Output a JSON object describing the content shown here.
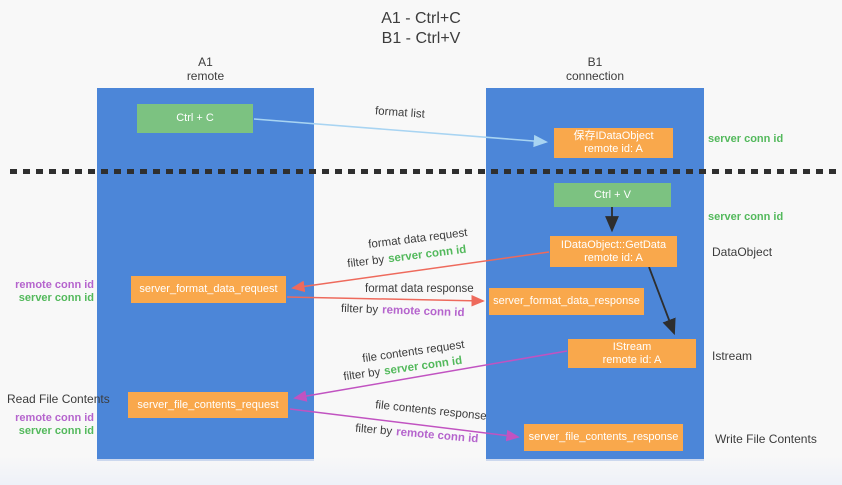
{
  "title": {
    "line1": "A1 - Ctrl+C",
    "line2": "B1 - Ctrl+V"
  },
  "columns": {
    "left": {
      "name": "A1",
      "subtitle": "remote"
    },
    "right": {
      "name": "B1",
      "subtitle": "connection"
    }
  },
  "nodes": {
    "ctrl_c": "Ctrl + C",
    "ctrl_v": "Ctrl + V",
    "save_idataobject": {
      "line1": "保存IDataObject",
      "line2": "remote id: A"
    },
    "getdata": {
      "line1": "IDataObject::GetData",
      "line2": "remote id: A"
    },
    "istream": {
      "line1": "IStream",
      "line2": "remote id: A"
    },
    "format_request": "server_format_data_request",
    "format_response": "server_format_data_response",
    "file_request": "server_file_contents_request",
    "file_response": "server_file_contents_response"
  },
  "side_labels": {
    "server_conn_id_top": "server conn id",
    "server_conn_id_mid": "server conn id",
    "dataobject": "DataObject",
    "istream": "Istream",
    "write_file_contents": "Write File Contents",
    "read_file_contents": "Read File Contents",
    "left_group1": {
      "remote": "remote conn id",
      "server": "server conn id"
    },
    "left_group2": {
      "remote": "remote conn id",
      "server": "server conn id"
    }
  },
  "arrow_labels": {
    "format_list": "format list",
    "format_data_request": "format data request",
    "format_data_response": "format data response",
    "file_contents_request": "file contents request",
    "file_contents_response": "file contents response",
    "filter_by": "filter by",
    "server_conn_id": "server conn id",
    "remote_conn_id": "remote conn id"
  },
  "colors": {
    "lane_blue": "#4c86d8",
    "node_green": "#7cc281",
    "node_orange": "#f9a84c",
    "green_text": "#53b95c",
    "purple_text": "#b564cd",
    "arrow_red": "#ee6a5c",
    "arrow_magenta": "#c153c1",
    "arrow_lightblue": "#a8d4f2",
    "arrow_black": "#2e2e2e",
    "background": "#f8f8f8"
  }
}
